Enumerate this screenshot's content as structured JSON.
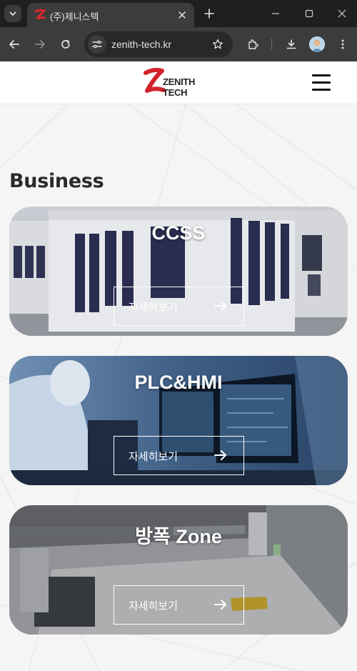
{
  "browser": {
    "tab": {
      "title": "(주)제니스텍"
    },
    "address_bar": {
      "url": "zenith-tech.kr"
    }
  },
  "header": {
    "logo_text": "ZENITH TECH"
  },
  "business": {
    "title": "Business",
    "cards": [
      {
        "title": "CCSS",
        "button_label": "자세히보기"
      },
      {
        "title": "PLC&HMI",
        "button_label": "자세히보기"
      },
      {
        "title": "방폭 Zone",
        "button_label": "자세히보기"
      }
    ]
  },
  "colors": {
    "chrome_dark": "#1f1f1f",
    "chrome_toolbar": "#3c3c3c",
    "logo_red": "#d2232a",
    "page_bg": "#f5f5f5"
  }
}
